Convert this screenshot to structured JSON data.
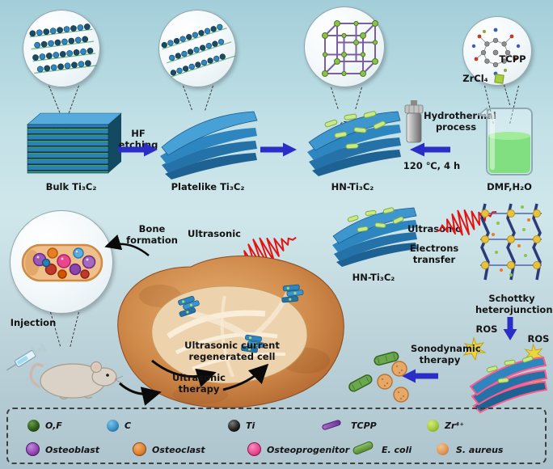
{
  "figure": {
    "top": {
      "bulk_label": "Bulk Ti₃C₂",
      "hf_etching": "HF etching",
      "platelike_label": "Platelike Ti₃C₂",
      "hn_label": "HN-Ti₃C₂",
      "hydrothermal_line1": "Hydrothermal",
      "hydrothermal_line2": "process",
      "conditions": "120 ℃, 4 h",
      "tcpp_label": "TCPP",
      "zrcl4_label": "ZrCl₄",
      "solvent_label": "DMF,H₂O"
    },
    "middle": {
      "bone_formation": "Bone formation",
      "ultrasonic_left": "Ultrasonic",
      "injection": "Injection",
      "regenerated_line1": "Ultrasonic current",
      "regenerated_line2": "regenerated cell",
      "ultrasonic_therapy": "Ultrasonic therapy",
      "hn_label": "HN-Ti₃C₂",
      "ultrasonic_right": "Ultrasonic",
      "electrons_line1": "Electrons",
      "electrons_line2": "transfer",
      "schottky_line1": "Schottky",
      "schottky_line2": "heterojunction",
      "ros_left": "ROS",
      "ros_right": "ROS",
      "sonodynamic_line1": "Sonodynamic",
      "sonodynamic_line2": "therapy"
    },
    "legend": {
      "row1": [
        {
          "label": "O,F"
        },
        {
          "label": "C"
        },
        {
          "label": "Ti"
        },
        {
          "label": "TCPP"
        },
        {
          "label": "Zr⁴⁺"
        }
      ],
      "row2": [
        {
          "label": "Osteoblast"
        },
        {
          "label": "Osteoclast"
        },
        {
          "label": "Osteoprogenitor"
        },
        {
          "label": "E. coli"
        },
        {
          "label": "S. aureus"
        }
      ]
    },
    "colors": {
      "arrow_blue": "#2a2ec6",
      "wave_red": "#e51212",
      "liquid_green": "#3ecf38",
      "plate_blue": "#2e86c1",
      "nanorod_green": "#c9e98c"
    }
  }
}
